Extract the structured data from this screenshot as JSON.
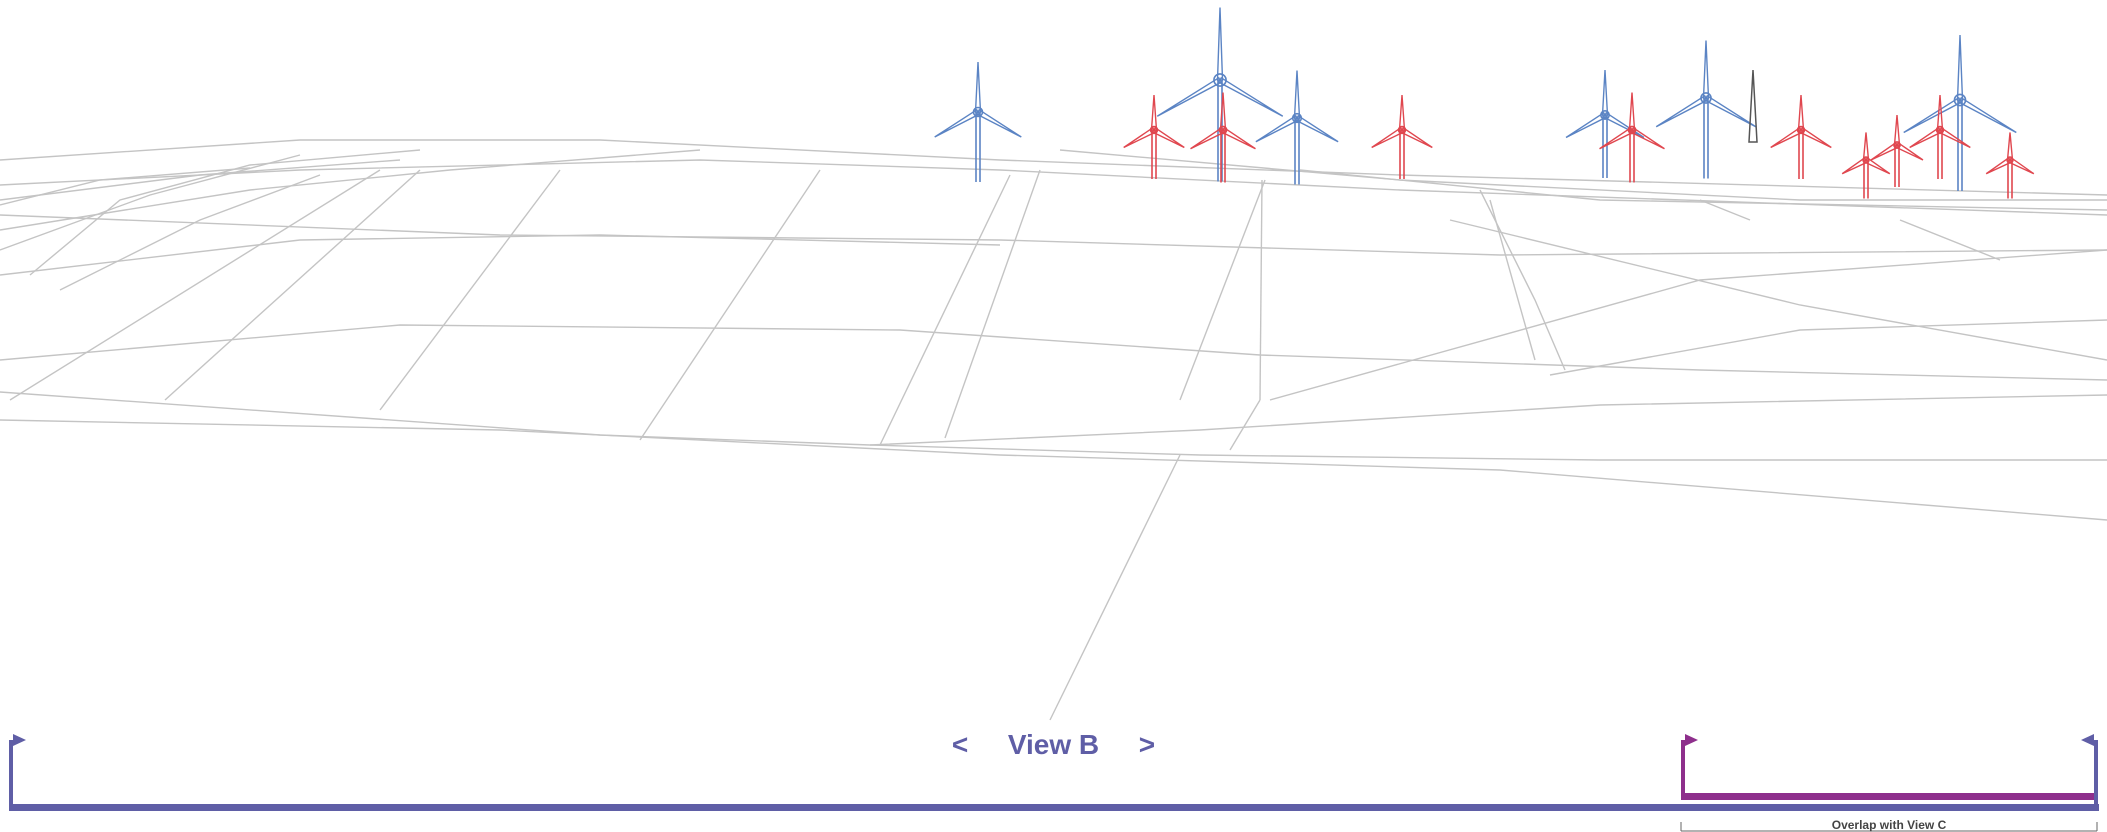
{
  "view": {
    "prev_symbol": "<",
    "title": "View B",
    "next_symbol": ">"
  },
  "overlap": {
    "label": "Overlap with View C"
  },
  "colors": {
    "view_b": "#5f5ea6",
    "view_c": "#8e2f8c",
    "turbine_blue": "#5b84c4",
    "turbine_red": "#e0474f",
    "turbine_dark": "#555555",
    "terrain": "#c4c4c4"
  },
  "turbines": [
    {
      "type": "proposed",
      "color": "blue"
    },
    {
      "type": "proposed",
      "color": "blue"
    },
    {
      "type": "proposed",
      "color": "blue"
    },
    {
      "type": "proposed",
      "color": "blue"
    },
    {
      "type": "proposed",
      "color": "blue"
    },
    {
      "type": "proposed",
      "color": "blue"
    },
    {
      "type": "existing",
      "color": "red"
    },
    {
      "type": "existing",
      "color": "red"
    },
    {
      "type": "existing",
      "color": "red"
    },
    {
      "type": "existing",
      "color": "red"
    },
    {
      "type": "existing",
      "color": "red"
    },
    {
      "type": "existing",
      "color": "red"
    },
    {
      "type": "existing",
      "color": "red"
    },
    {
      "type": "existing",
      "color": "red"
    },
    {
      "type": "existing",
      "color": "red"
    },
    {
      "type": "other",
      "color": "dark"
    }
  ]
}
